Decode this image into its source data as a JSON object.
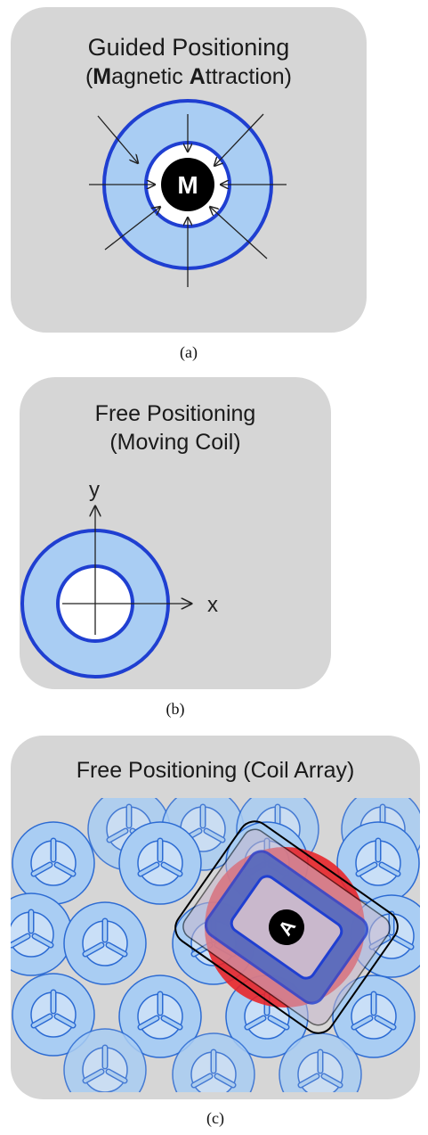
{
  "panel_a": {
    "title_line1": "Guided Positioning",
    "title_paren_open": "(",
    "title_bold_m": "M",
    "title_mid": "agnetic ",
    "title_bold_a": "A",
    "title_end": "ttraction)",
    "center_label": "M",
    "caption": "(a)"
  },
  "panel_b": {
    "title_line1": "Free Positioning",
    "title_line2": "(Moving Coil)",
    "axis_y": "y",
    "axis_x": "x",
    "caption": "(b)"
  },
  "panel_c": {
    "title": "Free Positioning (Coil Array)",
    "center_label": "A",
    "caption": "(c)"
  },
  "colors": {
    "panel_bg": "#d6d6d6",
    "coil_fill": "#a9cdf3",
    "coil_stroke": "#1f3fd1",
    "magnet": "#000000",
    "red": "#e8262a"
  }
}
